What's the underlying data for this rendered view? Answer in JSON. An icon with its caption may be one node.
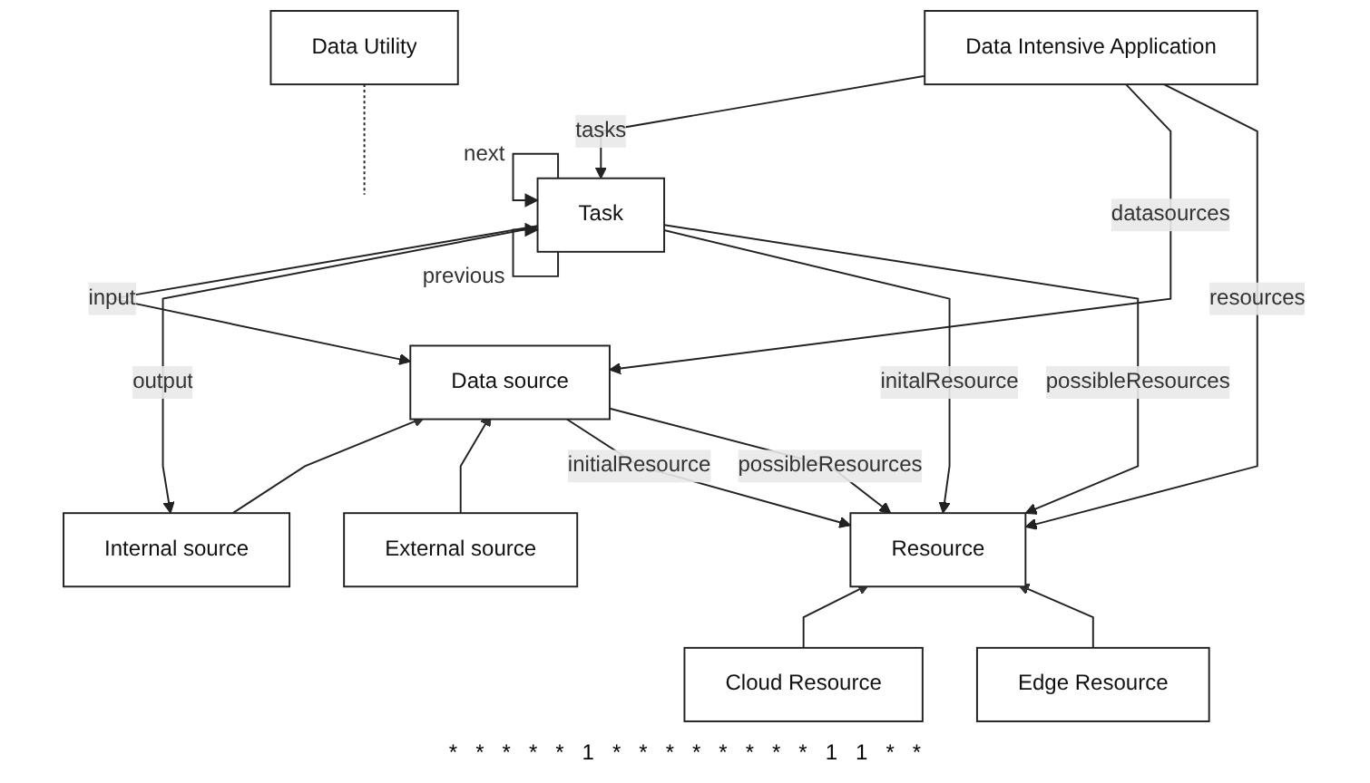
{
  "diagram": {
    "nodes": [
      {
        "text": [
          "Task"
        ]
      },
      {
        "text": [
          "Data Intensive Application"
        ]
      },
      {
        "text": [
          "Data source"
        ]
      },
      {
        "text": [
          "Data Utility"
        ]
      },
      {
        "text": [
          "Internal source"
        ]
      },
      {
        "text": [
          "External source"
        ]
      },
      {
        "text": [
          "Resource"
        ]
      },
      {
        "text": [
          "Cloud Resource"
        ]
      },
      {
        "text": [
          "Edge Resource"
        ]
      }
    ],
    "edges": [
      {
        "from": 0,
        "to": 0,
        "arrow": "to",
        "label": "next"
      },
      {
        "from": 0,
        "to": 0,
        "arrow": "to",
        "label": "previous"
      },
      {
        "from": 1,
        "to": 0,
        "arrow": "to",
        "label": "tasks"
      },
      {
        "from": 1,
        "to": 2,
        "arrow": "to",
        "label": "datasources"
      },
      {
        "from": 1,
        "to": 6,
        "arrow": "to",
        "label": "resources"
      },
      {
        "from": 0,
        "to": 2,
        "arrow": "to",
        "label": "input"
      },
      {
        "from": 0,
        "to": 4,
        "arrow": "to",
        "label": "output"
      },
      {
        "from": 3,
        "to": null,
        "arrow": "none",
        "style": "dashed"
      },
      {
        "from": 4,
        "to": 2,
        "arrow": "to"
      },
      {
        "from": 5,
        "to": 2,
        "arrow": "to"
      },
      {
        "from": 0,
        "to": 6,
        "arrow": "to",
        "label": "initalResource"
      },
      {
        "from": 0,
        "to": 6,
        "arrow": "to",
        "label": "possibleResources"
      },
      {
        "from": 2,
        "to": 6,
        "arrow": "to",
        "label": "initialResource"
      },
      {
        "from": 2,
        "to": 6,
        "arrow": "to",
        "label": "possibleResources"
      },
      {
        "from": 7,
        "to": 6,
        "arrow": "to"
      },
      {
        "from": 8,
        "to": 6,
        "arrow": "to"
      }
    ],
    "labels": [
      "*",
      "*",
      "*",
      "*",
      "*",
      "1",
      "*",
      "*",
      "*",
      "*",
      "*",
      "*",
      "*",
      "*",
      "1",
      "1",
      "*",
      "*"
    ]
  }
}
